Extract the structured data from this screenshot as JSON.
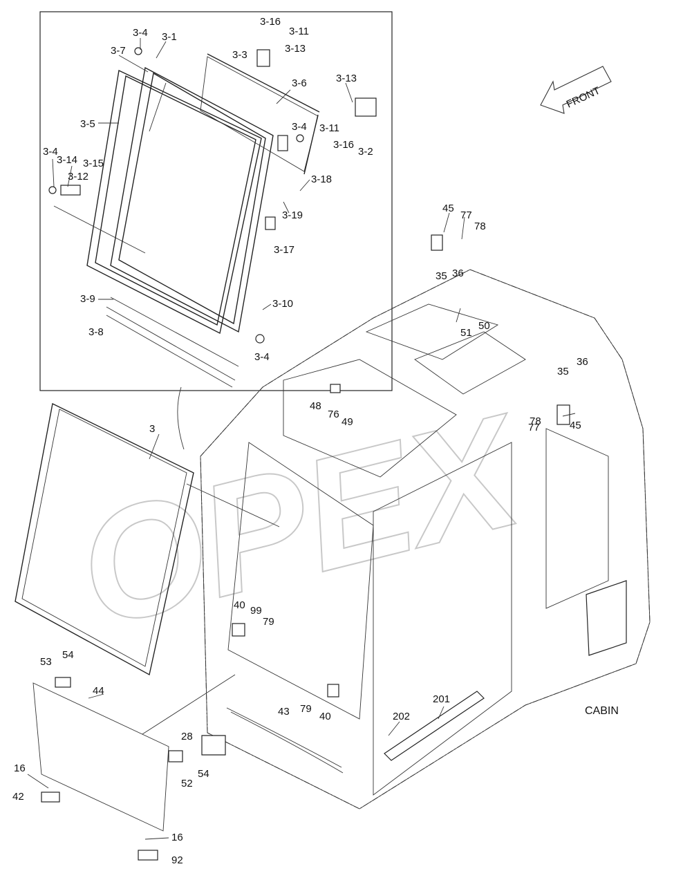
{
  "diagram": {
    "watermark": "OPEX",
    "direction_label": "FRONT",
    "assembly_label": "CABIN",
    "callouts": {
      "3-4a": "3-4",
      "3-1": "3-1",
      "3-16a": "3-16",
      "3-11a": "3-11",
      "3-7": "3-7",
      "3-3": "3-3",
      "3-13a": "3-13",
      "3-6": "3-6",
      "3-13b": "3-13",
      "3-5": "3-5",
      "3-4b": "3-4",
      "3-11b": "3-11",
      "3-16b": "3-16",
      "3-2": "3-2",
      "3-4c": "3-4",
      "3-14": "3-14",
      "3-15": "3-15",
      "3-12": "3-12",
      "3-18": "3-18",
      "3-19": "3-19",
      "3-17": "3-17",
      "3-9": "3-9",
      "3-10": "3-10",
      "3-8": "3-8",
      "3-4d": "3-4",
      "45a": "45",
      "77a": "77",
      "78a": "78",
      "35a": "35",
      "36a": "36",
      "50": "50",
      "51": "51",
      "36b": "36",
      "35b": "35",
      "78b": "78",
      "77b": "77",
      "45b": "45",
      "48": "48",
      "76": "76",
      "49": "49",
      "3": "3",
      "40a": "40",
      "99": "99",
      "79a": "79",
      "53": "53",
      "54a": "54",
      "44": "44",
      "79b": "79",
      "40b": "40",
      "43": "43",
      "201": "201",
      "202": "202",
      "28": "28",
      "54b": "54",
      "52": "52",
      "16a": "16",
      "42": "42",
      "16b": "16",
      "92": "92"
    }
  }
}
